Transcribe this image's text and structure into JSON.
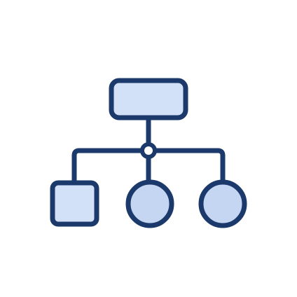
{
  "diagram": {
    "type": "hierarchy-icon",
    "colors": {
      "background": "#ffffff",
      "stroke": "#1b3a6b",
      "fill_rect": "#d3e1f8",
      "fill_circle": "#c5d6f2",
      "junction_fill": "#ffffff"
    },
    "nodes": [
      {
        "id": "root",
        "shape": "rounded-rectangle",
        "level": 0
      },
      {
        "id": "junction",
        "shape": "small-circle",
        "level": 0.5
      },
      {
        "id": "child-left",
        "shape": "rounded-square",
        "level": 1
      },
      {
        "id": "child-middle",
        "shape": "circle",
        "level": 1
      },
      {
        "id": "child-right",
        "shape": "circle",
        "level": 1
      }
    ],
    "edges": [
      {
        "from": "root",
        "to": "junction"
      },
      {
        "from": "junction",
        "to": "child-left"
      },
      {
        "from": "junction",
        "to": "child-middle"
      },
      {
        "from": "junction",
        "to": "child-right"
      }
    ]
  }
}
